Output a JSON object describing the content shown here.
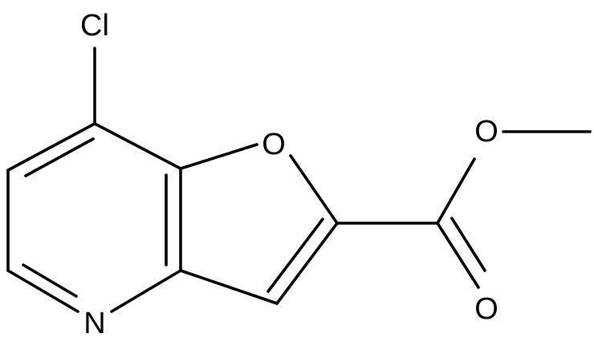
{
  "molecule": {
    "atoms": {
      "chlorine": "Cl",
      "ring_oxygen": "O",
      "ester_oxygen": "O",
      "carbonyl_oxygen": "O",
      "ring_nitrogen": "N"
    }
  }
}
